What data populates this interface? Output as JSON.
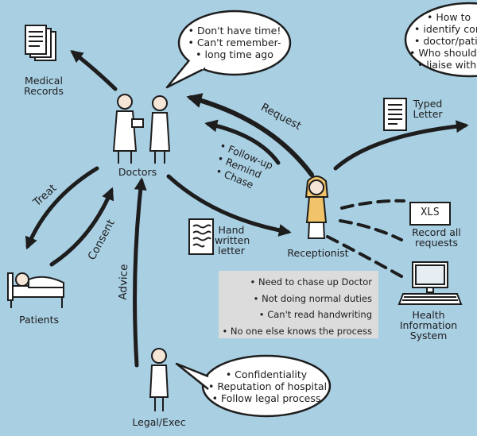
{
  "nodes": {
    "medical_records": "Medical Records",
    "doctors": "Doctors",
    "patients": "Patients",
    "receptionist": "Receptionist",
    "legal_exec": "Legal/Exec",
    "typed_letter": "Typed Letter",
    "hand_written_letter": "Hand written letter",
    "record_requests": "Record all requests",
    "his": "Health Information System",
    "xls_label": "XLS"
  },
  "edges": {
    "request": "Request",
    "follow_up": "• Follow-up",
    "remind": "• Remind",
    "chase": "• Chase",
    "treat": "Treat",
    "consent": "Consent",
    "advice": "Advice"
  },
  "doctor_bubble": [
    "Don't have time!",
    "Can't remember-",
    "long time ago"
  ],
  "top_right_bubble": [
    "How to",
    "identify corr",
    "doctor/patie",
    "Who should",
    "liaise with"
  ],
  "receptionist_box": [
    "Need to chase up Doctor",
    "Not doing normal duties",
    "Can't read handwriting",
    "No one else knows the process"
  ],
  "legal_bubble": [
    "Confidentiality",
    "Reputation of hospital",
    "Follow legal process"
  ],
  "colors": {
    "background": "#a9cfe3",
    "ink": "#1d1d1d",
    "box": "#dcdcdc",
    "bubble": "#ffffff"
  }
}
